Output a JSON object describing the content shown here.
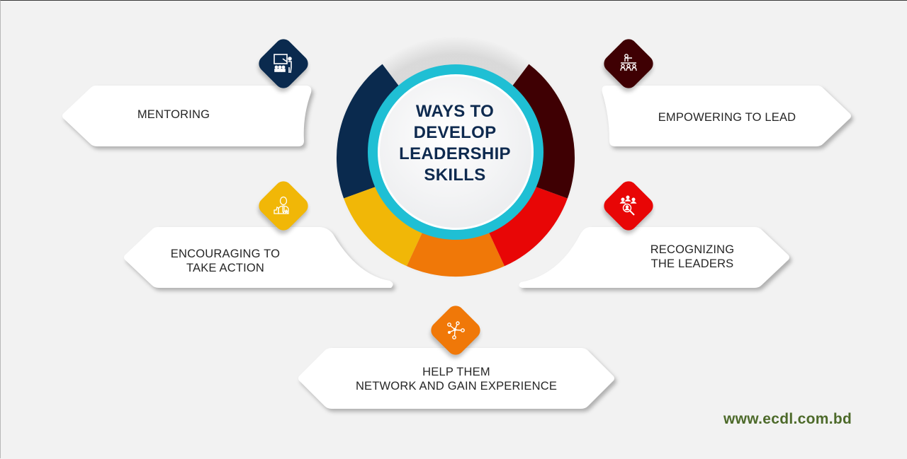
{
  "title": "WAYS TO\nDEVELOP\nLEADERSHIP\nSKILLS",
  "website": "www.ecdl.com.bd",
  "colors": {
    "background": "#f2f2f2",
    "navy": "#0a2a4e",
    "maroon": "#3f0003",
    "yellow": "#f1b707",
    "red": "#e80606",
    "orange": "#f07808",
    "teal_ring": "#1fbfd4",
    "title_text": "#0e2a4f",
    "website_text": "#4d6a2a"
  },
  "ring_segments": [
    {
      "name": "navy",
      "color": "#0a2a4e"
    },
    {
      "name": "yellow",
      "color": "#f1b707"
    },
    {
      "name": "orange",
      "color": "#f07808"
    },
    {
      "name": "red",
      "color": "#e80606"
    },
    {
      "name": "maroon",
      "color": "#3f0003"
    }
  ],
  "items": [
    {
      "label": "MENTORING",
      "icon": "teacher-presentation-icon",
      "color": "#0a2a4e",
      "position": "top-left"
    },
    {
      "label": "EMPOWERING TO LEAD",
      "icon": "team-leader-icon",
      "color": "#3f0003",
      "position": "top-right"
    },
    {
      "label": "ENCOURAGING TO\nTAKE ACTION",
      "icon": "person-thumbs-up-icon",
      "color": "#f1b707",
      "position": "middle-left"
    },
    {
      "label": "RECOGNIZING\nTHE LEADERS",
      "icon": "search-people-icon",
      "color": "#e80606",
      "position": "middle-right"
    },
    {
      "label": "HELP THEM\nNETWORK AND GAIN EXPERIENCE",
      "icon": "network-nodes-icon",
      "color": "#f07808",
      "position": "bottom-center"
    }
  ]
}
